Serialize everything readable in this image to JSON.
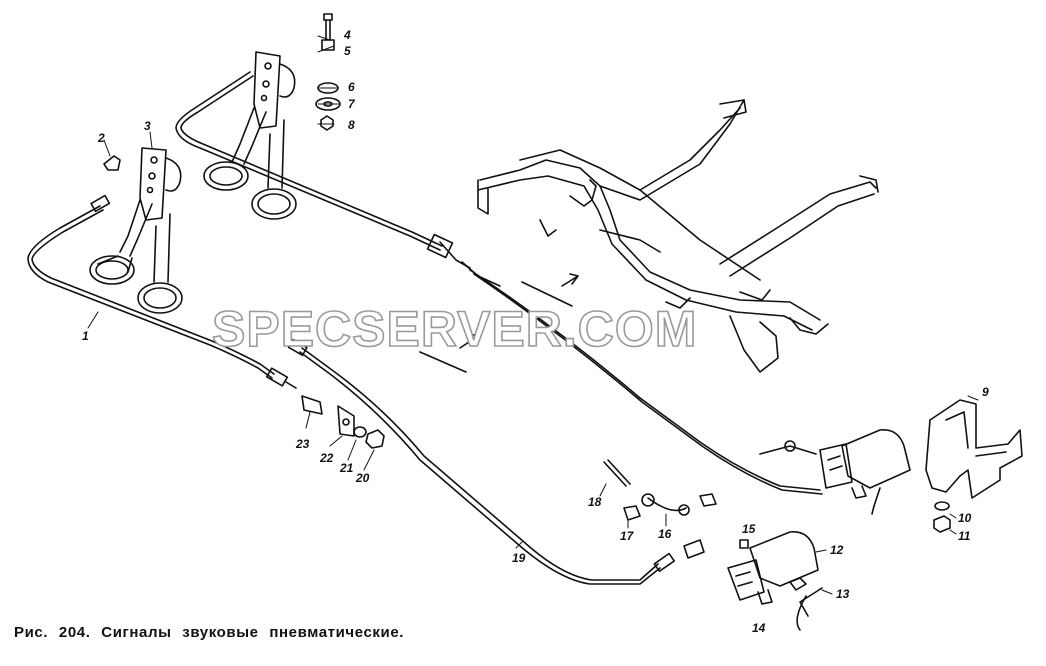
{
  "figure": {
    "caption": "Рис. 204. Сигналы звуковые пневматические.",
    "watermark": "SPECSERVER.COM",
    "part_numbers": [
      "1",
      "2",
      "3",
      "4",
      "5",
      "6",
      "7",
      "8",
      "9",
      "10",
      "11",
      "12",
      "13",
      "14",
      "15",
      "16",
      "17",
      "18",
      "19",
      "20",
      "21",
      "22",
      "23"
    ]
  },
  "style": {
    "line_color": "#111111",
    "background": "#ffffff",
    "watermark_outline": "#9a9a9a"
  }
}
